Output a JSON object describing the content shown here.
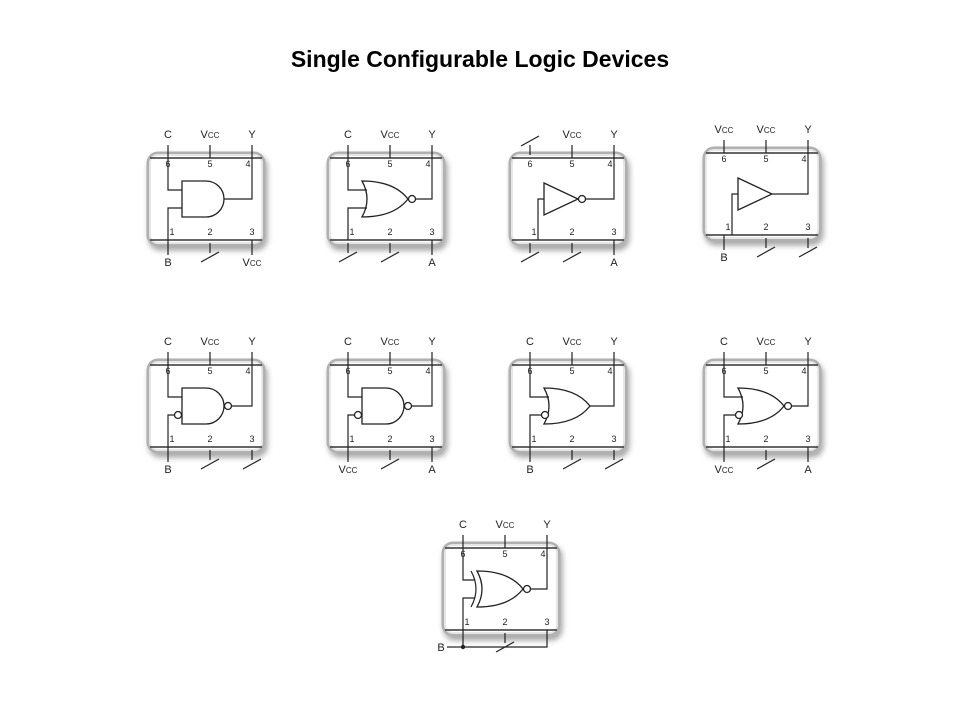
{
  "title": "Single Configurable Logic Devices",
  "devices": [
    {
      "gate": "and",
      "out_bubble": false,
      "in_bubble": false,
      "top": [
        {
          "pin": "6",
          "label": "C"
        },
        {
          "pin": "5",
          "label": "VCC"
        },
        {
          "pin": "4",
          "label": "Y"
        }
      ],
      "bottom": [
        {
          "pin": "1",
          "label": "B"
        },
        {
          "pin": "2",
          "label": "ground"
        },
        {
          "pin": "3",
          "label": "VCC"
        }
      ]
    },
    {
      "gate": "or",
      "out_bubble": true,
      "in_bubble": false,
      "top": [
        {
          "pin": "6",
          "label": "C"
        },
        {
          "pin": "5",
          "label": "VCC"
        },
        {
          "pin": "4",
          "label": "Y"
        }
      ],
      "bottom": [
        {
          "pin": "1",
          "label": "ground"
        },
        {
          "pin": "2",
          "label": "ground"
        },
        {
          "pin": "3",
          "label": "A"
        }
      ]
    },
    {
      "gate": "not",
      "out_bubble": true,
      "in_bubble": false,
      "top": [
        {
          "pin": "6",
          "label": "ground"
        },
        {
          "pin": "5",
          "label": "VCC"
        },
        {
          "pin": "4",
          "label": "Y"
        }
      ],
      "bottom": [
        {
          "pin": "1",
          "label": "ground"
        },
        {
          "pin": "2",
          "label": "ground"
        },
        {
          "pin": "3",
          "label": "A"
        }
      ]
    },
    {
      "gate": "buf",
      "out_bubble": false,
      "in_bubble": false,
      "top": [
        {
          "pin": "6",
          "label": "VCC"
        },
        {
          "pin": "5",
          "label": "VCC"
        },
        {
          "pin": "4",
          "label": "Y"
        }
      ],
      "bottom": [
        {
          "pin": "1",
          "label": "B"
        },
        {
          "pin": "2",
          "label": "ground"
        },
        {
          "pin": "3",
          "label": "ground"
        }
      ]
    },
    {
      "gate": "and",
      "out_bubble": true,
      "in_bubble": true,
      "top": [
        {
          "pin": "6",
          "label": "C"
        },
        {
          "pin": "5",
          "label": "VCC"
        },
        {
          "pin": "4",
          "label": "Y"
        }
      ],
      "bottom": [
        {
          "pin": "1",
          "label": "B"
        },
        {
          "pin": "2",
          "label": "ground"
        },
        {
          "pin": "3",
          "label": "ground"
        }
      ]
    },
    {
      "gate": "and",
      "out_bubble": true,
      "in_bubble": true,
      "top": [
        {
          "pin": "6",
          "label": "C"
        },
        {
          "pin": "5",
          "label": "VCC"
        },
        {
          "pin": "4",
          "label": "Y"
        }
      ],
      "bottom": [
        {
          "pin": "1",
          "label": "VCC"
        },
        {
          "pin": "2",
          "label": "ground"
        },
        {
          "pin": "3",
          "label": "A"
        }
      ]
    },
    {
      "gate": "or",
      "out_bubble": false,
      "in_bubble": true,
      "top": [
        {
          "pin": "6",
          "label": "C"
        },
        {
          "pin": "5",
          "label": "VCC"
        },
        {
          "pin": "4",
          "label": "Y"
        }
      ],
      "bottom": [
        {
          "pin": "1",
          "label": "B"
        },
        {
          "pin": "2",
          "label": "ground"
        },
        {
          "pin": "3",
          "label": "ground"
        }
      ]
    },
    {
      "gate": "or",
      "out_bubble": true,
      "in_bubble": true,
      "top": [
        {
          "pin": "6",
          "label": "C"
        },
        {
          "pin": "5",
          "label": "VCC"
        },
        {
          "pin": "4",
          "label": "Y"
        }
      ],
      "bottom": [
        {
          "pin": "1",
          "label": "VCC"
        },
        {
          "pin": "2",
          "label": "ground"
        },
        {
          "pin": "3",
          "label": "A"
        }
      ]
    },
    {
      "gate": "xor",
      "out_bubble": true,
      "in_bubble": false,
      "tie_1_3": true,
      "top": [
        {
          "pin": "6",
          "label": "C"
        },
        {
          "pin": "5",
          "label": "VCC"
        },
        {
          "pin": "4",
          "label": "Y"
        }
      ],
      "bottom": [
        {
          "pin": "1",
          "label": "B"
        },
        {
          "pin": "2",
          "label": "ground"
        },
        {
          "pin": "3",
          "label": ""
        }
      ]
    }
  ]
}
